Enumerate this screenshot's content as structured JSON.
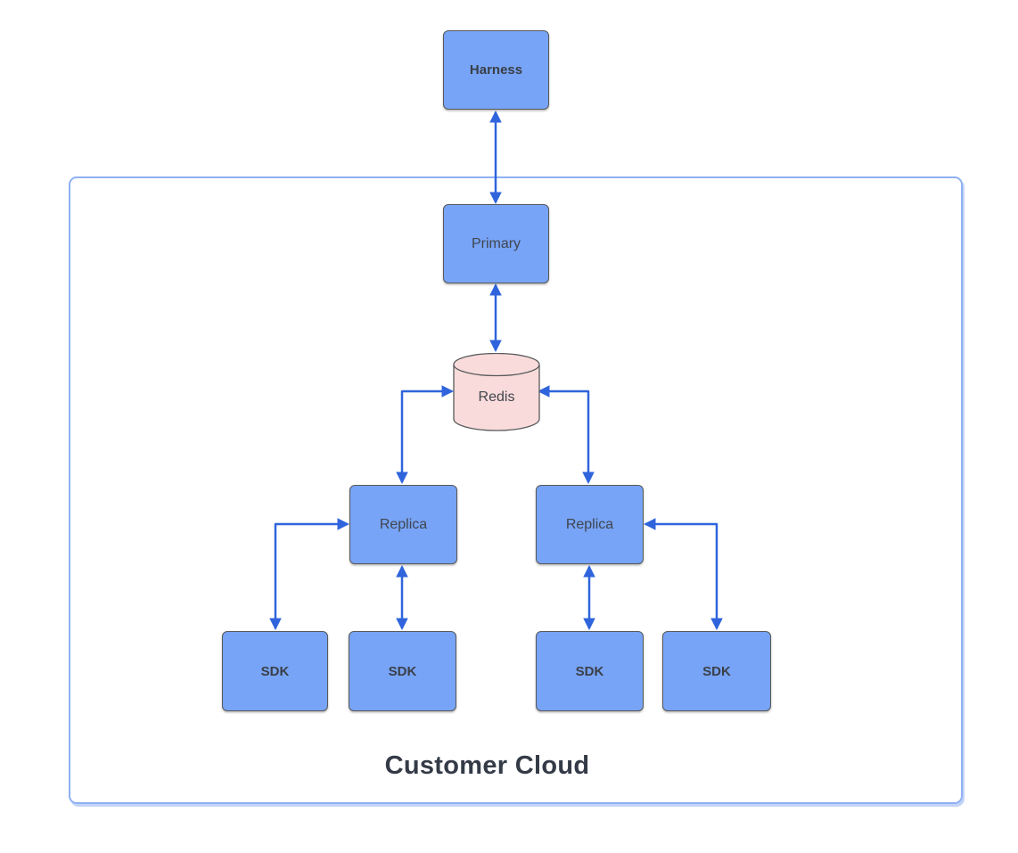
{
  "diagram": {
    "container": {
      "label": "Customer Cloud"
    },
    "nodes": {
      "harness": {
        "label": "Harness",
        "shape": "rectangle",
        "fill": "#77A4F6",
        "emphasis": "bold"
      },
      "primary": {
        "label": "Primary",
        "shape": "rectangle",
        "fill": "#77A4F6",
        "emphasis": "regular"
      },
      "redis": {
        "label": "Redis",
        "shape": "cylinder",
        "fill": "#F9DBDB",
        "emphasis": "regular"
      },
      "replica_left": {
        "label": "Replica",
        "shape": "rectangle",
        "fill": "#77A4F6",
        "emphasis": "regular"
      },
      "replica_right": {
        "label": "Replica",
        "shape": "rectangle",
        "fill": "#77A4F6",
        "emphasis": "regular"
      },
      "sdk_1": {
        "label": "SDK",
        "shape": "rectangle",
        "fill": "#77A4F6",
        "emphasis": "bold"
      },
      "sdk_2": {
        "label": "SDK",
        "shape": "rectangle",
        "fill": "#77A4F6",
        "emphasis": "bold"
      },
      "sdk_3": {
        "label": "SDK",
        "shape": "rectangle",
        "fill": "#77A4F6",
        "emphasis": "bold"
      },
      "sdk_4": {
        "label": "SDK",
        "shape": "rectangle",
        "fill": "#77A4F6",
        "emphasis": "bold"
      }
    },
    "edges": [
      {
        "from": "harness",
        "to": "primary",
        "arrows": "both",
        "route": "straight-vertical"
      },
      {
        "from": "primary",
        "to": "redis",
        "arrows": "both",
        "route": "straight-vertical"
      },
      {
        "from": "redis",
        "to": "replica_left",
        "arrows": "both",
        "route": "elbow"
      },
      {
        "from": "redis",
        "to": "replica_right",
        "arrows": "both",
        "route": "elbow"
      },
      {
        "from": "replica_left",
        "to": "sdk_1",
        "arrows": "both",
        "route": "elbow"
      },
      {
        "from": "replica_left",
        "to": "sdk_2",
        "arrows": "both",
        "route": "straight-vertical"
      },
      {
        "from": "replica_right",
        "to": "sdk_3",
        "arrows": "both",
        "route": "straight-vertical"
      },
      {
        "from": "replica_right",
        "to": "sdk_4",
        "arrows": "both",
        "route": "elbow"
      }
    ],
    "colors": {
      "node_fill": "#77A4F6",
      "node_border": "#58595B",
      "redis_fill": "#F9DBDB",
      "arrow": "#2F64DC",
      "container_border": "#8FB0F2",
      "node_text": "#40454E",
      "title_text": "#343B47"
    }
  }
}
